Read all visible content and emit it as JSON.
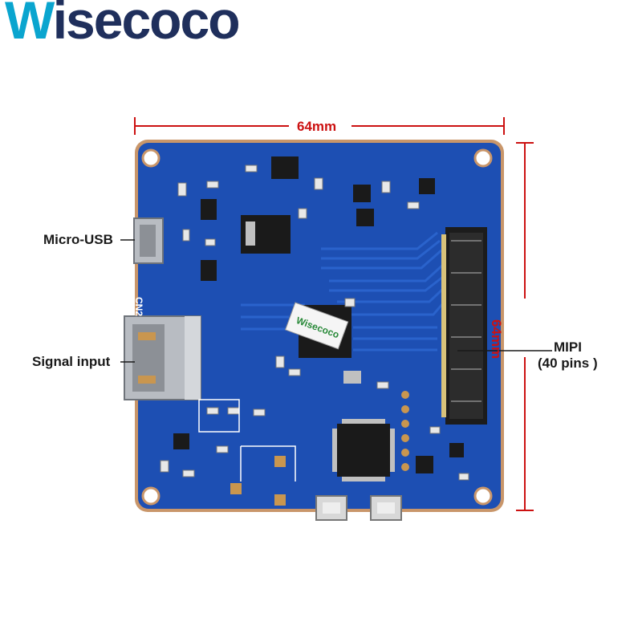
{
  "brand": {
    "name_w": "W",
    "name_rest": "isecoco",
    "registered": "®"
  },
  "dimensions": {
    "width": "64mm",
    "height": "64mm"
  },
  "callouts": {
    "micro_usb": "Micro-USB",
    "signal_input": "Signal input",
    "mipi_line1": "MIPI",
    "mipi_line2": "(40 pins )"
  },
  "silkscreen": {
    "cn2": "CN2",
    "chip_label": "Wisecoco"
  },
  "colors": {
    "pcb": "#1d4fb3",
    "pcb_edge": "#c9966a",
    "dimension_line": "#cc1111",
    "brand_primary": "#0aa5cf",
    "brand_secondary": "#1f2f5c"
  }
}
